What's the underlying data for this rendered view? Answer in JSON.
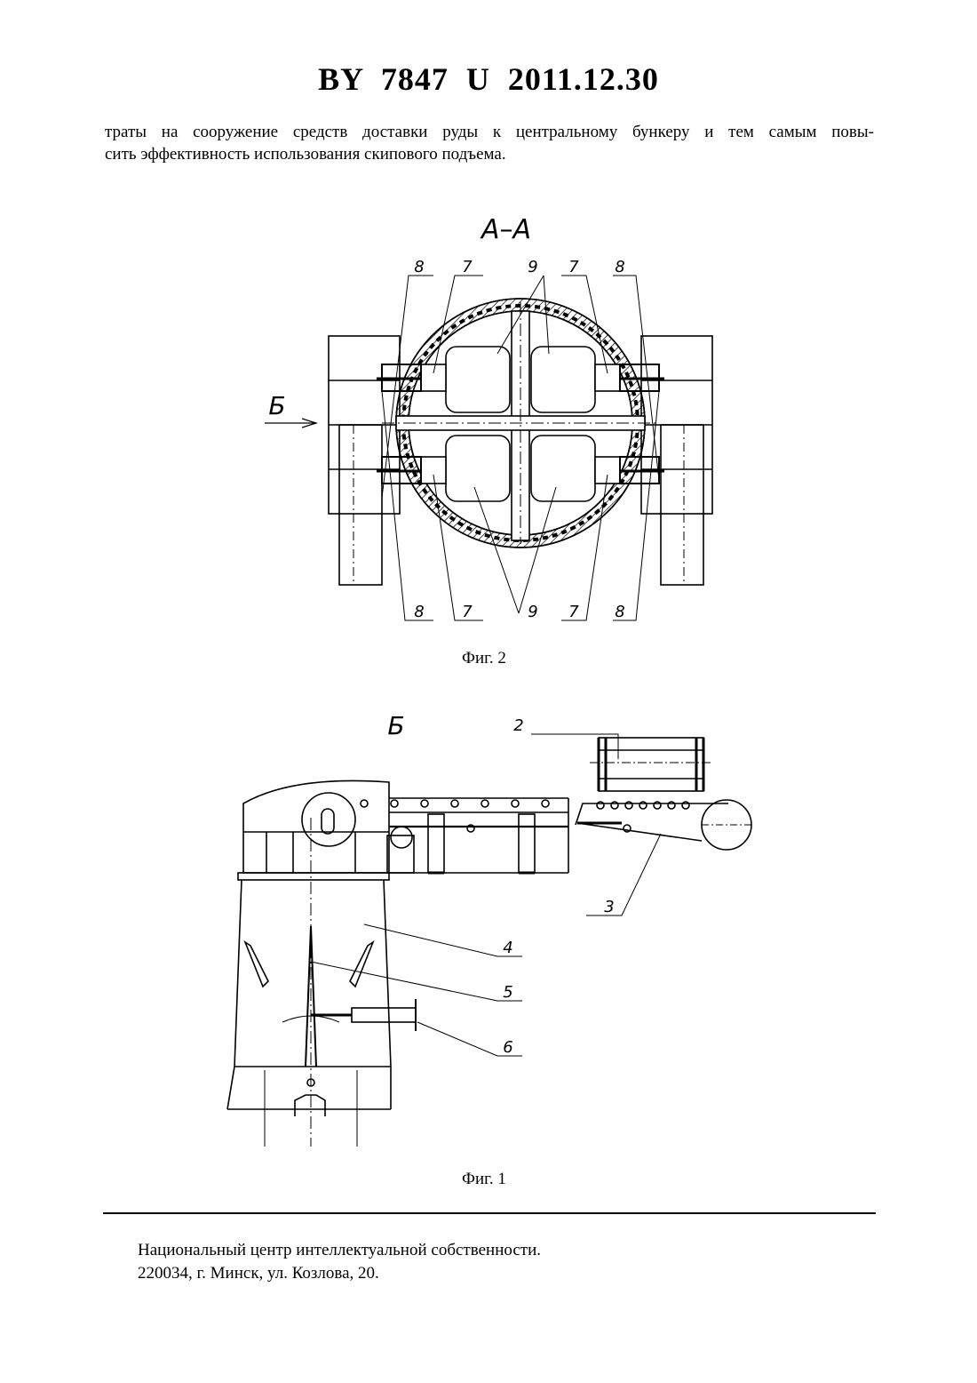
{
  "header": {
    "doc_number": "BY  7847  U  2011.12.30"
  },
  "body_text": {
    "line1": "траты на сооружение средств доставки руды к центральному бункеру и тем самым повы-",
    "line2": "сить эффективность использования скипового подъема."
  },
  "figure2": {
    "section_label": "A–A",
    "arrow_label": "Б",
    "caption": "Фиг. 2",
    "top_labels": [
      "8",
      "7",
      "9",
      "7",
      "8"
    ],
    "bottom_labels": [
      "8",
      "7",
      "9",
      "7",
      "8"
    ]
  },
  "figure1": {
    "view_label": "Б",
    "caption": "Фиг. 1",
    "callouts": [
      "2",
      "3",
      "4",
      "5",
      "6"
    ]
  },
  "footer": {
    "line1": "Национальный центр интеллектуальной собственности.",
    "line2": "220034, г. Минск, ул. Козлова, 20."
  }
}
